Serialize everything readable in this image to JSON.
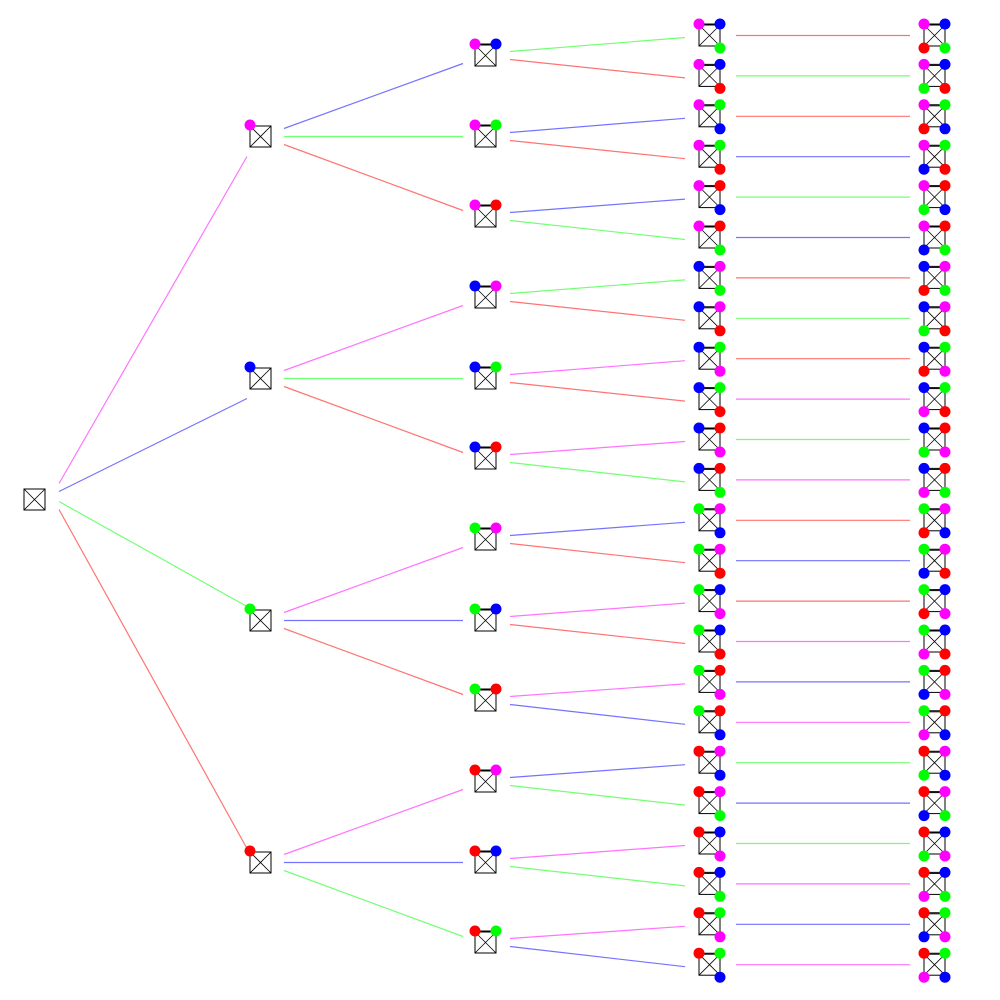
{
  "colors": {
    "magenta": "#ff00ff",
    "blue": "#0000ff",
    "green": "#00ff00",
    "red": "#ff0000"
  },
  "color_order": [
    "magenta",
    "blue",
    "green",
    "red"
  ],
  "edge_opacity": 0.55,
  "node_glyph": "square-with-diagonals"
}
